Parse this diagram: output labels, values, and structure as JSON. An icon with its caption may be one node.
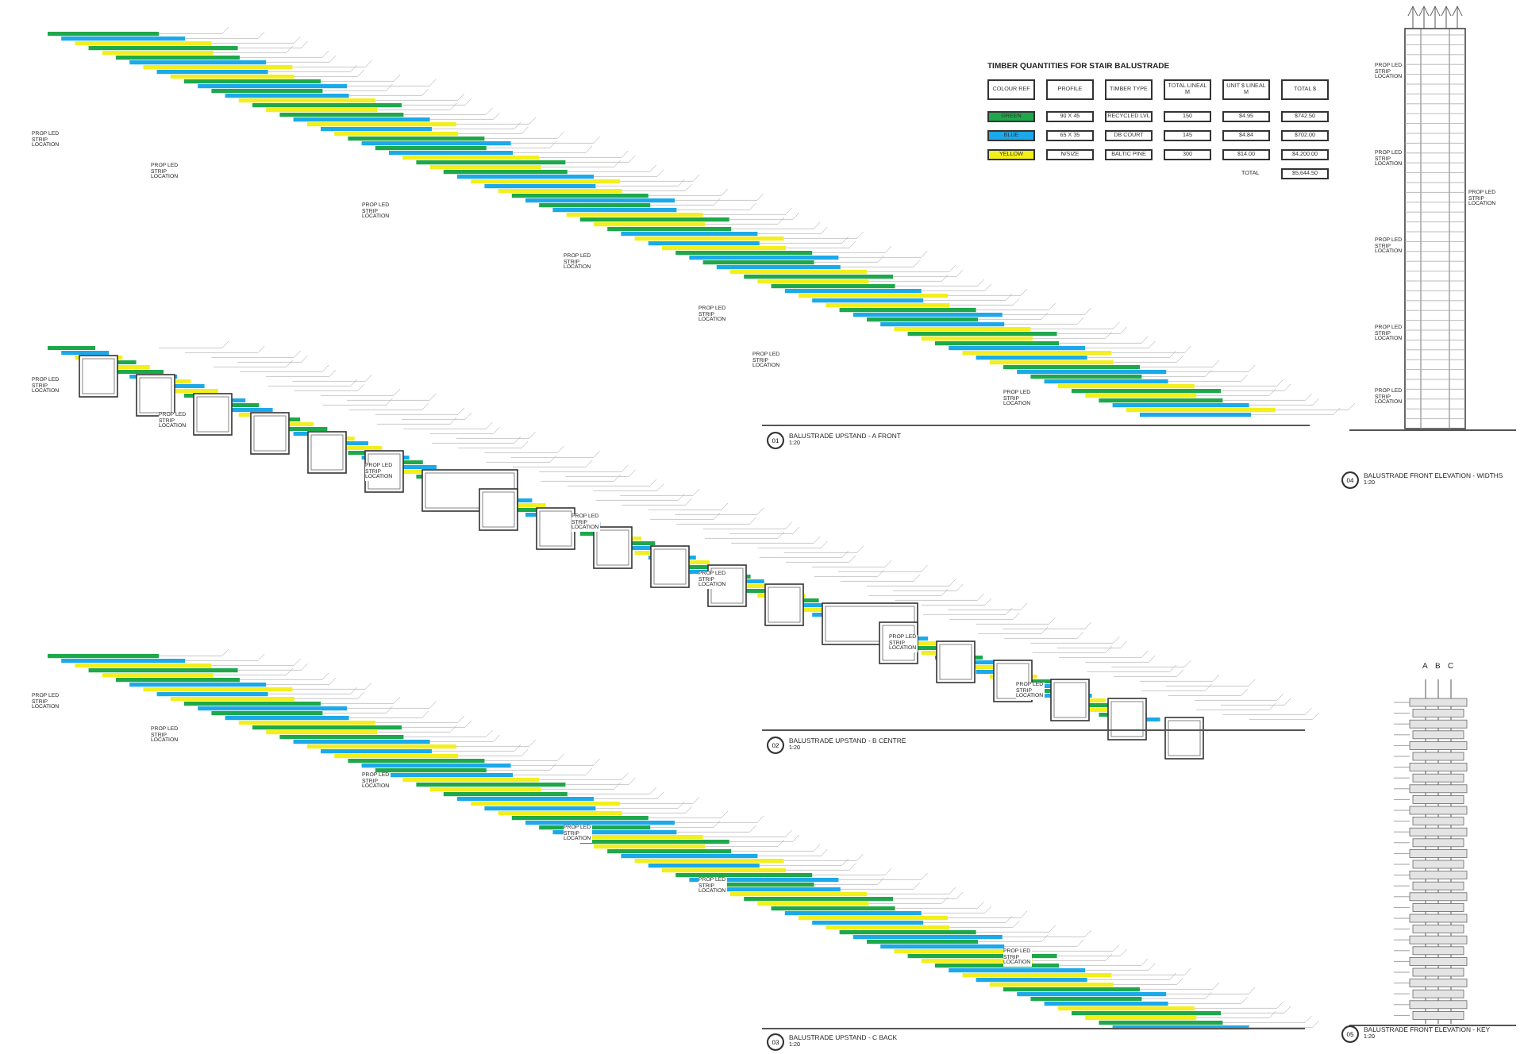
{
  "diagram": {
    "labels": [
      "TIMBER QUANTITIES FOR STAIR BALUSTRADE",
      "COLOUR REF",
      "PROFILE",
      "TIMBER TYPE",
      "TOTAL LINEAL M",
      "UNIT $ LINEAL M",
      "TOTAL $",
      "90 X 45",
      "RECYCLED LVL",
      "150",
      "$4.95",
      "$742.50",
      "65 X 35",
      "DB COURT",
      "145",
      "$4.84",
      "$702.00",
      "N/SIZE",
      "BALTIC PINE",
      "300",
      "$14.00",
      "$4,200.00",
      "TOTAL",
      "$5,644.50",
      "01",
      "BALUSTRADE UPSTAND - A FRONT",
      "1:20",
      "02",
      "BALUSTRADE UPSTAND - B CENTRE",
      "1:20",
      "03",
      "BALUSTRADE UPSTAND - C BACK",
      "1:20",
      "04",
      "BALUSTRADE FRONT ELEVATION - WIDTHS",
      "1:20",
      "05",
      "BALUSTRADE FRONT ELEVATION - KEY",
      "1:20",
      "A",
      "B",
      "C",
      "PROP LED STRIP LOCATION",
      "PROP LED STRIP LOCATION",
      "PROP LED STRIP LOCATION",
      "PROP LED STRIP LOCATION",
      "PROP LED STRIP LOCATION",
      "PROP LED STRIP LOCATION",
      "PROP LED STRIP LOCATION",
      "PROP LED STRIP LOCATION",
      "PROP LED STRIP LOCATION",
      "PROP LED STRIP LOCATION",
      "PROP LED STRIP LOCATION",
      "PROP LED STRIP LOCATION",
      "PROP LED STRIP LOCATION",
      "PROP LED STRIP LOCATION",
      "PROP LED STRIP LOCATION",
      "PROP LED STRIP LOCATION",
      "PROP LED STRIP LOCATION",
      "PROP LED STRIP LOCATION",
      "PROP LED STRIP LOCATION",
      "PROP LED STRIP LOCATION",
      "PROP LED STRIP LOCATION",
      "PROP LED STRIP LOCATION",
      "PROP LED STRIP LOCATION",
      "PROP LED STRIP LOCATION",
      "PROP LED STRIP LOCATION",
      "PROP LED STRIP LOCATION"
    ],
    "legend": [
      {
        "text": "GREEN",
        "color": "#1ea84b"
      },
      {
        "text": "BLUE",
        "color": "#1ca9ea"
      },
      {
        "text": "YELLOW",
        "color": "#f3ef1c"
      }
    ]
  }
}
